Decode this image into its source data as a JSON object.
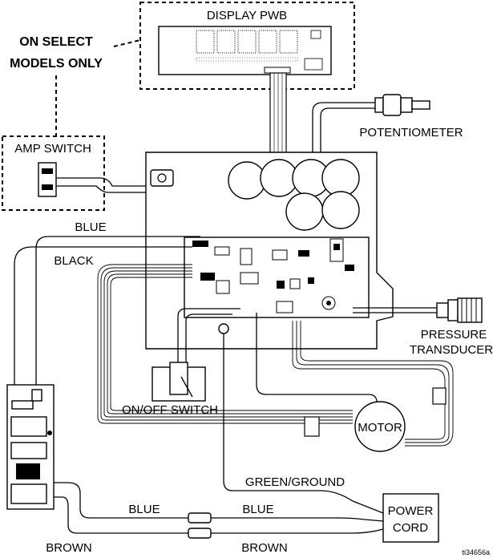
{
  "labels": {
    "display_pwb": "DISPLAY PWB",
    "on_select_line1": "ON SELECT",
    "on_select_line2": "MODELS ONLY",
    "amp_switch": "AMP SWITCH",
    "potentiometer": "POTENTIOMETER",
    "blue_top": "BLUE",
    "black": "BLACK",
    "pressure_line1": "PRESSURE",
    "pressure_line2": "TRANSDUCER",
    "onoff_switch": "ON/OFF SWITCH",
    "motor": "MOTOR",
    "green_ground": "GREEN/GROUND",
    "blue_left": "BLUE",
    "blue_right": "BLUE",
    "power_line1": "POWER",
    "power_line2": "CORD",
    "brown_left": "BROWN",
    "brown_right": "BROWN",
    "ref_id": "ti34656a"
  }
}
